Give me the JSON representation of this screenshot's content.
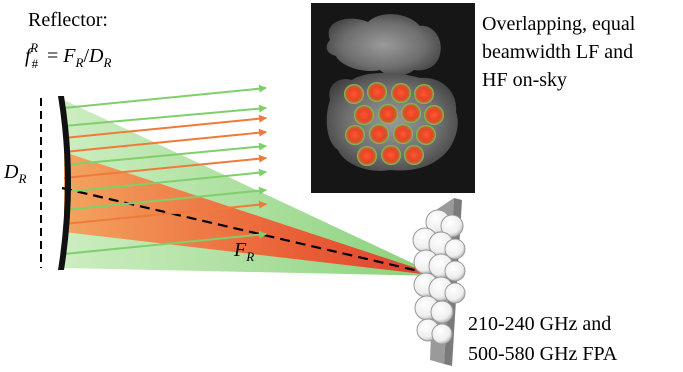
{
  "labels": {
    "reflector_title": "Reflector:",
    "fnum_f": "f",
    "fnum_hash": "#",
    "fnum_R": "R",
    "fnum_eq": " = ",
    "F": "F",
    "R": "R",
    "slash": "/",
    "D": "D",
    "overlap_line1": "Overlapping, equal",
    "overlap_line2": "beamwidth LF and",
    "overlap_line3": "HF on-sky",
    "fpa_line1": "210-240 GHz and",
    "fpa_line2": "500-580 GHz FPA"
  },
  "colors": {
    "low_freq_beam": "#7fcf6a",
    "high_freq_beam": "#f07a3a",
    "high_freq_core": "#e83b2b",
    "low_freq_cone": "#9bd98a",
    "reflector": "#111111",
    "fpa_panel": "#9a9a9a",
    "comet_bg": "#161616"
  },
  "icons": {
    "reflector": "parabolic-reflector-icon",
    "fpa": "focal-plane-array-icon",
    "sky": "comet-image"
  }
}
